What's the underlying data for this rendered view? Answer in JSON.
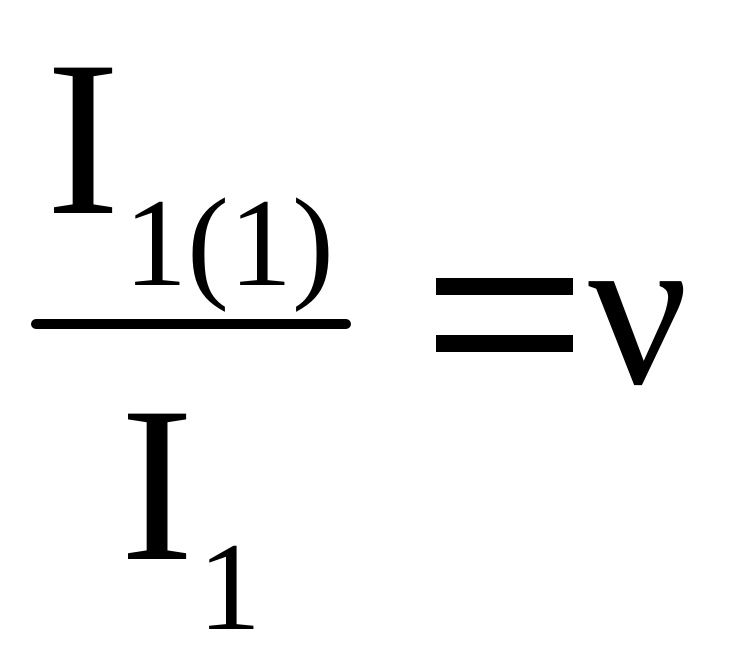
{
  "formula": {
    "numerator": {
      "base": "I",
      "subscript": "1(1)"
    },
    "denominator": {
      "base": "I",
      "subscript": "1"
    },
    "relation": "=",
    "result": "ν"
  },
  "colors": {
    "background": "#ffffff",
    "ink": "#000000"
  }
}
